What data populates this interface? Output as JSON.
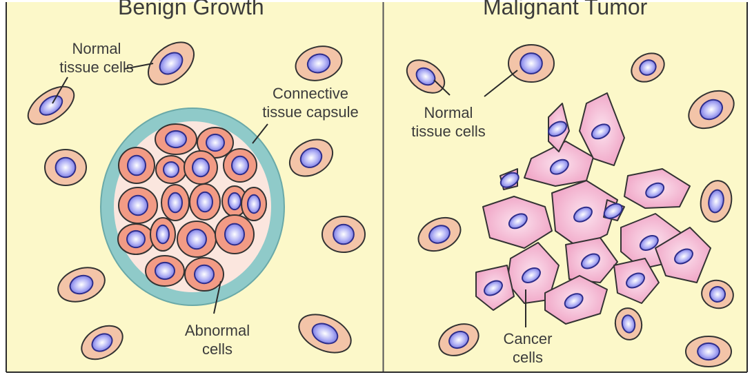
{
  "colors": {
    "background": "#fcf8c9",
    "border": "#2a2a2a",
    "normal_cell": "#f3c4a8",
    "abnormal_cell": "#f29b85",
    "cancer_cell": "#f4b6d2",
    "nucleus": "#8484e8",
    "capsule": "#8fcac9"
  },
  "panels": {
    "benign": {
      "title": "Benign Growth",
      "labels": {
        "normal": "Normal\ntissue cells",
        "capsule": "Connective\ntissue capsule",
        "abnormal": "Abnormal\ncells"
      }
    },
    "malignant": {
      "title": "Malignant Tumor",
      "labels": {
        "normal": "Normal\ntissue cells",
        "cancer": "Cancer\ncells"
      }
    }
  }
}
